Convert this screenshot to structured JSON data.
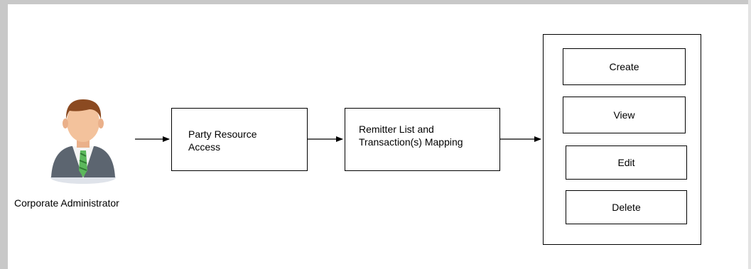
{
  "actor": {
    "label": "Corporate Administrator",
    "icon": "user-avatar-icon"
  },
  "steps": [
    {
      "label": "Party Resource\nAccess"
    },
    {
      "label": "Remitter List and\nTransaction(s) Mapping"
    }
  ],
  "actions": [
    {
      "label": "Create"
    },
    {
      "label": "View"
    },
    {
      "label": "Edit"
    },
    {
      "label": "Delete"
    }
  ]
}
